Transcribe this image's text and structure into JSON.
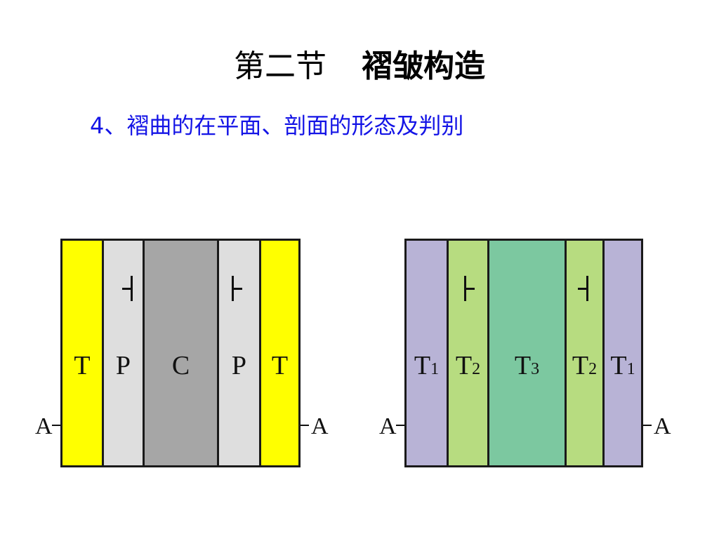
{
  "title": {
    "section": "第二节",
    "topic": "褶皱构造"
  },
  "subtitle": "4、褶曲的在平面、剖面的形态及判别",
  "colors": {
    "yellow": "#ffff00",
    "light_gray": "#dedede",
    "gray": "#a6a6a6",
    "lavender": "#b8b3d6",
    "light_green": "#b7dc80",
    "teal_green": "#7cc8a0",
    "subtitle_blue": "#1414e6"
  },
  "left_map": {
    "bands": [
      {
        "label": "T",
        "sub": "",
        "color": "yellow"
      },
      {
        "label": "P",
        "sub": "",
        "color": "light_gray",
        "dip": "face-left"
      },
      {
        "label": "C",
        "sub": "",
        "color": "gray"
      },
      {
        "label": "P",
        "sub": "",
        "color": "light_gray",
        "dip": "face-right"
      },
      {
        "label": "T",
        "sub": "",
        "color": "yellow"
      }
    ],
    "section_left": "A",
    "section_right": "A"
  },
  "right_map": {
    "bands": [
      {
        "label": "T",
        "sub": "1",
        "color": "lavender"
      },
      {
        "label": "T",
        "sub": "2",
        "color": "light_green",
        "dip": "face-right"
      },
      {
        "label": "T",
        "sub": "3",
        "color": "teal_green"
      },
      {
        "label": "T",
        "sub": "2",
        "color": "light_green",
        "dip": "face-left"
      },
      {
        "label": "T",
        "sub": "1",
        "color": "lavender"
      }
    ],
    "section_left": "A",
    "section_right": "A"
  }
}
